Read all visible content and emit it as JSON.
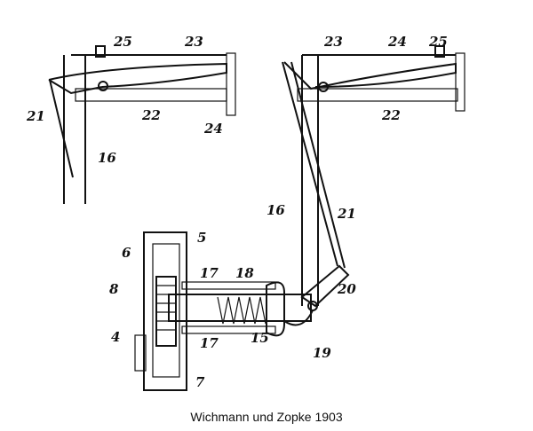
{
  "caption": "Wichmann und Zopke 1903",
  "labels": {
    "left": {
      "n25": "25",
      "n23": "23",
      "n21": "21",
      "n22": "22",
      "n24": "24",
      "n16": "16"
    },
    "right": {
      "n23": "23",
      "n24": "24",
      "n25": "25",
      "n22": "22",
      "n16": "16",
      "n21": "21"
    },
    "mech": {
      "n5": "5",
      "n6": "6",
      "n17a": "17",
      "n18": "18",
      "n8": "8",
      "n20": "20",
      "n4": "4",
      "n17b": "17",
      "n15": "15",
      "n19": "19",
      "n7": "7"
    }
  }
}
